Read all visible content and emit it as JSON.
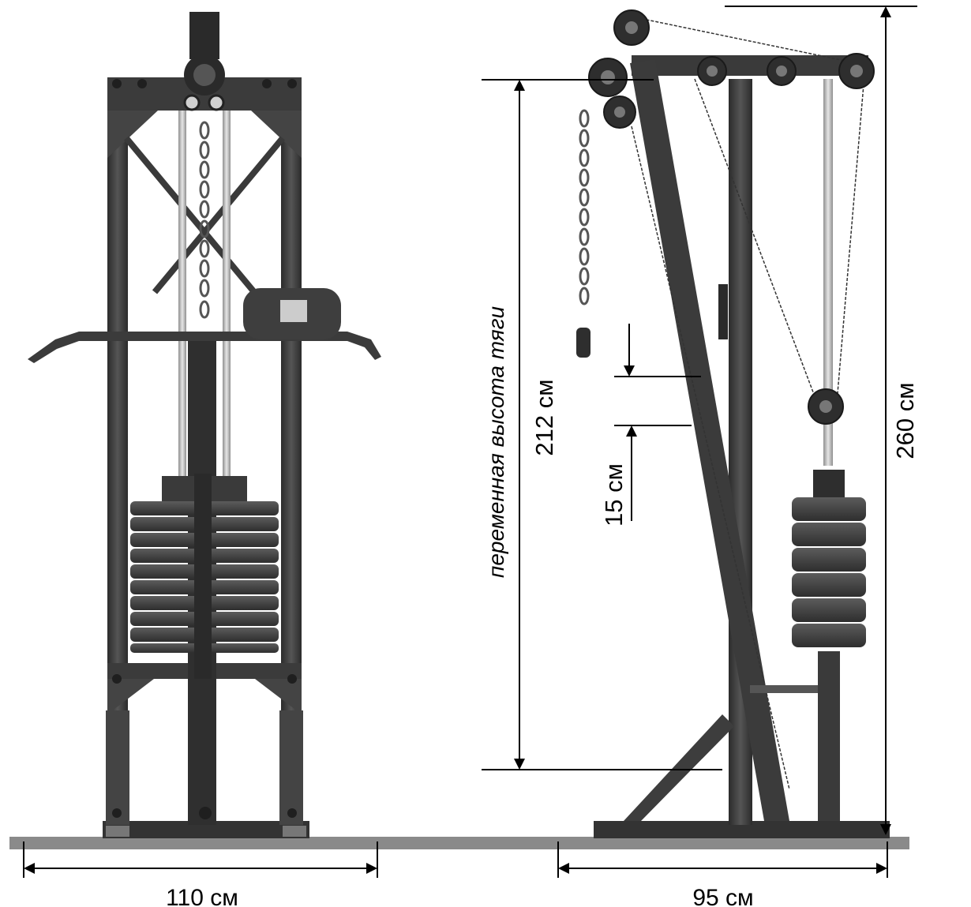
{
  "labels": {
    "front_width": "110 см",
    "side_depth": "95 см",
    "total_height": "260 см",
    "pull_height": "212 см",
    "step": "15 см",
    "variable_height": "переменная высота тяги"
  },
  "colors": {
    "frame": "#3a3a3a",
    "frame_dark": "#222222",
    "frame_light": "#6e6e6e",
    "rod": "#bdbdbd",
    "floor": "#8a8a8a",
    "line": "#000000"
  }
}
